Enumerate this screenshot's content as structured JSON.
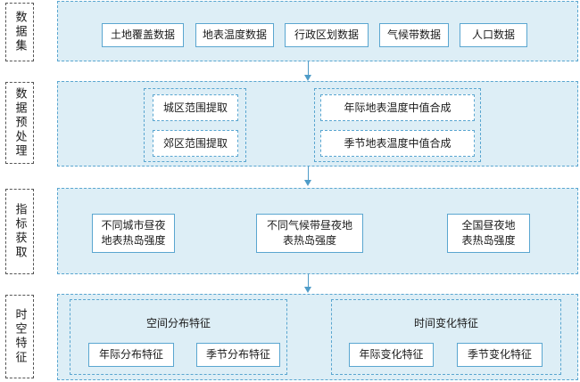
{
  "stages": [
    {
      "label": "数据集"
    },
    {
      "label": "数据预处理"
    },
    {
      "label": "指标获取"
    },
    {
      "label": "时空特征"
    }
  ],
  "dataset_items": [
    "土地覆盖数据",
    "地表温度数据",
    "行政区划数据",
    "气候带数据",
    "人口数据"
  ],
  "preprocess": {
    "area_extraction": [
      "城区范围提取",
      "郊区范围提取"
    ],
    "lst_synthesis": [
      "年际地表温度中值合成",
      "季节地表温度中值合成"
    ]
  },
  "indicators": [
    "不同城市昼夜地表热岛强度",
    "不同气候带昼夜地表热岛强度",
    "全国昼夜地表热岛强度"
  ],
  "spatiotemporal": {
    "spatial": {
      "title": "空间分布特征",
      "items": [
        "年际分布特征",
        "季节分布特征"
      ]
    },
    "temporal": {
      "title": "时间变化特征",
      "items": [
        "年际变化特征",
        "季节变化特征"
      ]
    }
  }
}
